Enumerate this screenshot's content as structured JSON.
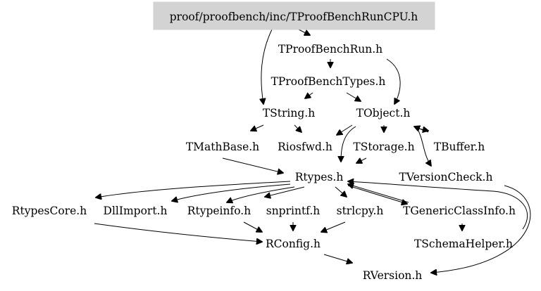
{
  "root": {
    "label": "proof/proofbench/inc/TProofBenchRunCPU.h",
    "fill": "#d3d3d3"
  },
  "nodes": {
    "TProofBenchRun": "TProofBenchRun.h",
    "TProofBenchTypes": "TProofBenchTypes.h",
    "TString": "TString.h",
    "TObject": "TObject.h",
    "TMathBase": "TMathBase.h",
    "Riosfwd": "Riosfwd.h",
    "TStorage": "TStorage.h",
    "TBuffer": "TBuffer.h",
    "Rtypes": "Rtypes.h",
    "TVersionCheck": "TVersionCheck.h",
    "RtypesCore": "RtypesCore.h",
    "DllImport": "DllImport.h",
    "Rtypeinfo": "Rtypeinfo.h",
    "snprintf": "snprintf.h",
    "strlcpy": "strlcpy.h",
    "TGenericClassInfo": "TGenericClassInfo.h",
    "RConfig": "RConfig.h",
    "TSchemaHelper": "TSchemaHelper.h",
    "RVersion": "RVersion.h"
  }
}
